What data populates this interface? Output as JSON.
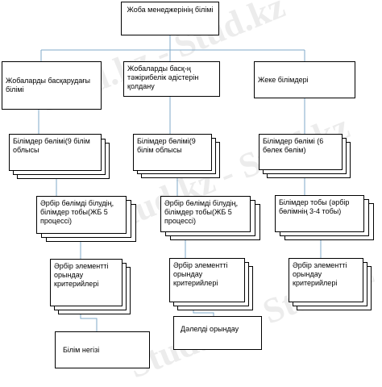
{
  "watermark": "Stud.kz - Stud.kz",
  "colors": {
    "connector": "#7fa8c8",
    "border": "#000000"
  },
  "nodes": {
    "root": "Жоба менеджерінің білімі",
    "col1_head": "Жобаларды басқарудағы білімі",
    "col2_head": "Жобаларды басқ-ң тәжірибелік әдістерін қолдану",
    "col3_head": "Жеке білімдері",
    "col1_sections": "Білімдер бөлімі(9 білім облысы",
    "col2_sections": "Білімдер бөлімі(9 білім облысы",
    "col3_sections": "Білімдер бөлімі (6 бөлек бөлім)",
    "col1_groups": "Әрбір бөлімді білудің, білімдер тобы(ЖБ 5 процессі)",
    "col2_groups": "Әрбір бөлімді білудің, білімдер тобы(ЖБ 5 процессі)",
    "col3_groups": "Білімдер тобы (әрбір бөлімнің 3-4 тобы)",
    "col1_criteria": "Әрбір элементті орындау критерийлері",
    "col2_criteria": "Әрбір элементті орындау критерийлері",
    "col3_criteria": "Әрбір элементті орындау критерийлері",
    "col1_base": "Білім негізі",
    "col2_base": "Дәлелді орындау"
  }
}
